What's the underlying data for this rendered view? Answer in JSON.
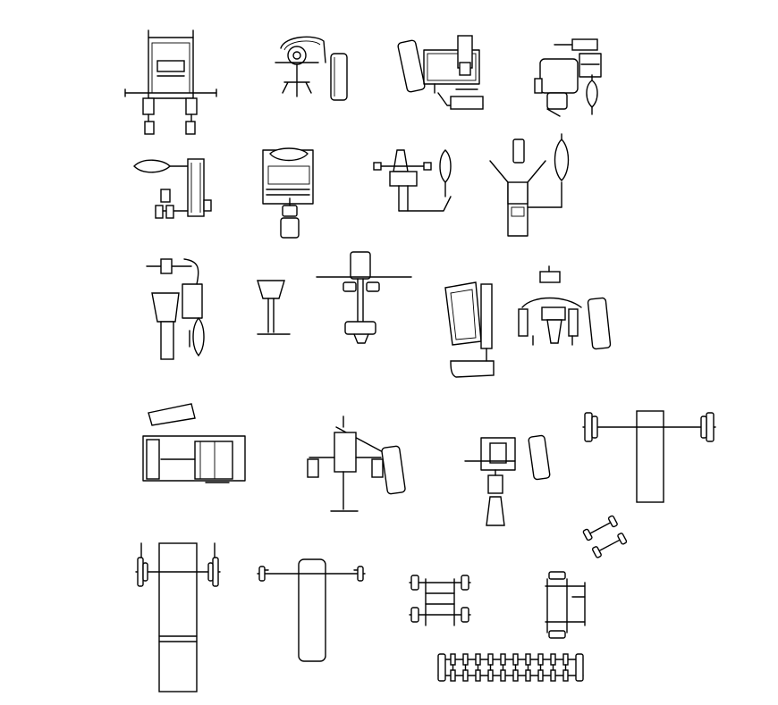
{
  "drawing": {
    "background": "#ffffff",
    "line_color": "#000000",
    "blocks": [
      {
        "id": "multi-station-machine"
      },
      {
        "id": "shoulder-press-machine"
      },
      {
        "id": "chest-press-with-pad"
      },
      {
        "id": "seated-machine-with-stack"
      },
      {
        "id": "side-weight-stack"
      },
      {
        "id": "leg-press-frame"
      },
      {
        "id": "arm-curl-station"
      },
      {
        "id": "seated-fly-machine"
      },
      {
        "id": "lat-machine-with-seat"
      },
      {
        "id": "pedestal-stand"
      },
      {
        "id": "t-crossbar-station"
      },
      {
        "id": "abdominal-machine"
      },
      {
        "id": "pec-deck-machine"
      },
      {
        "id": "cable-rack-station"
      },
      {
        "id": "rotary-torso-machine"
      },
      {
        "id": "seated-row-machine"
      },
      {
        "id": "flat-bench-barbell-large"
      },
      {
        "id": "incline-bench-barbell"
      },
      {
        "id": "flat-bench-barbell-small"
      },
      {
        "id": "dumbbell-pair-rack"
      },
      {
        "id": "vertical-plate-tree"
      },
      {
        "id": "dumbbells-diagonal"
      },
      {
        "id": "dumbbell-row-rack"
      }
    ]
  }
}
